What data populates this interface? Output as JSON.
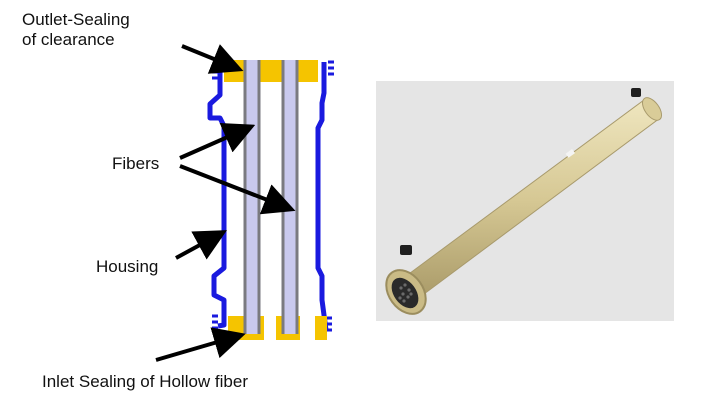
{
  "labels": {
    "outlet_sealing": "Outlet-Sealing\nof clearance",
    "fibers": "Fibers",
    "housing": "Housing",
    "inlet_sealing": "Inlet Sealing of Hollow fiber"
  },
  "colors": {
    "housing": "#1a1adf",
    "sealing": "#f5c400",
    "fiber_inner": "#c9c9ee",
    "fiber_wall": "#7a7a80",
    "arrow": "#000000",
    "photo_background": "#e5e5e5",
    "module_body": "#d8cc9c",
    "end_cap": "#222222"
  }
}
